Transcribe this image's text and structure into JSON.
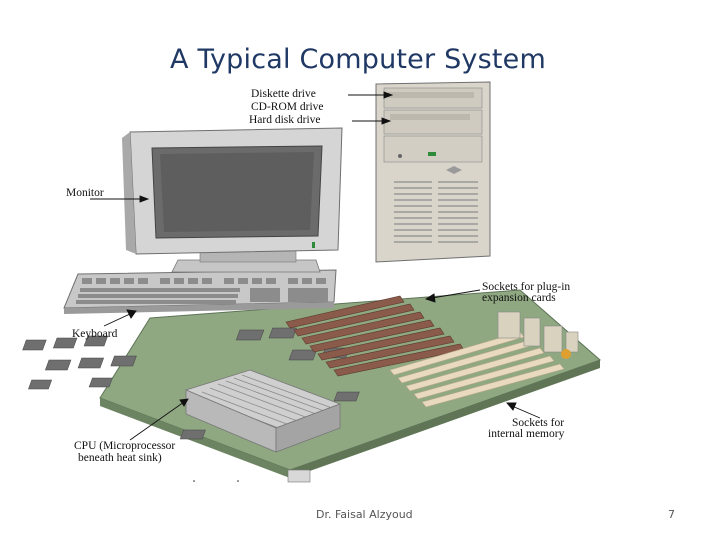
{
  "slide": {
    "title": "A Typical Computer System",
    "footer": "Dr. Faisal Alzyoud",
    "page_number": "7"
  },
  "labels": {
    "diskette": "Diskette drive",
    "cdrom": "CD-ROM drive",
    "harddisk": "Hard disk drive",
    "monitor": "Monitor",
    "keyboard": "Keyboard",
    "sockets_expansion_1": "Sockets for plug-in",
    "sockets_expansion_2": "expansion cards",
    "sockets_memory_1": "Sockets for",
    "sockets_memory_2": "internal memory",
    "cpu_1": "CPU (Microprocessor",
    "cpu_2": "beneath heat sink)"
  },
  "colors": {
    "title": "#1f3864",
    "board": "#8fa882",
    "beige": "#ddd8cc",
    "expansion_slots": "#8a5a4a",
    "memory_slots": "#e8d9bf"
  }
}
